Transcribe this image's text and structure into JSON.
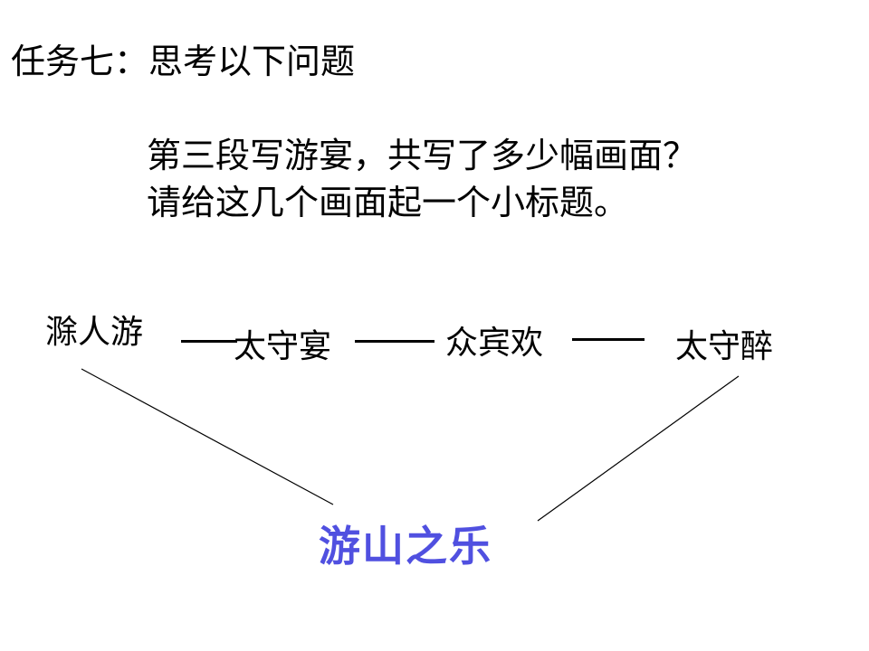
{
  "slide": {
    "task_title": "任务七：思考以下问题",
    "question": {
      "line1": "第三段写游宴，共写了多少幅画面？",
      "line2": "请给这几个画面起一个小标题。"
    },
    "scenes": [
      {
        "label": "滁人游"
      },
      {
        "label": "太守宴"
      },
      {
        "label": "众宾欢"
      },
      {
        "label": "太守醉"
      }
    ],
    "summary": "游山之乐",
    "summary_color": "#5050e0"
  }
}
